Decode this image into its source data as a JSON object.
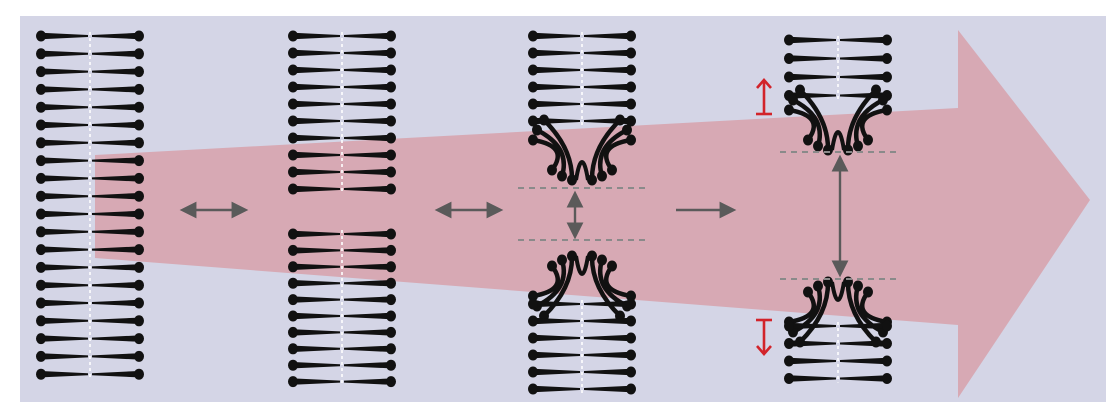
{
  "figure": {
    "background_color": "#d4d5e6",
    "page_color": "#ffffff",
    "big_arrow_color": "#d7a1aa",
    "lipid_color": "#111111",
    "connector_arrow_color": "#5a5a5a",
    "dashed_line_color": "#8a8a8a",
    "accent_arrow_color": "#d2232a",
    "center_line_color": "#ffffff"
  },
  "stages": [
    {
      "id": "stage-1-intact-bilayer",
      "segments": [
        {
          "lipid_pairs": 20,
          "stalk_pairs": 0
        }
      ]
    },
    {
      "id": "stage-2-split-bilayer",
      "segments": [
        {
          "lipid_pairs": 10,
          "stalk_pairs": 0
        },
        {
          "lipid_pairs": 10,
          "stalk_pairs": 0
        }
      ]
    },
    {
      "id": "stage-3-pore-formation",
      "segments": [
        {
          "lipid_pairs": 6,
          "stalk_pairs": 3
        },
        {
          "lipid_pairs": 6,
          "stalk_pairs": 3
        }
      ]
    },
    {
      "id": "stage-4-expanded-pore",
      "segments": [
        {
          "lipid_pairs": 4,
          "stalk_pairs": 3
        },
        {
          "lipid_pairs": 4,
          "stalk_pairs": 3
        }
      ]
    }
  ],
  "transitions": [
    {
      "id": "transition-1-2",
      "kind": "reversible"
    },
    {
      "id": "transition-2-3",
      "kind": "reversible"
    },
    {
      "id": "transition-3-4",
      "kind": "forward"
    }
  ],
  "icons": [
    "bidirectional-arrow-icon",
    "forward-arrow-icon",
    "expansion-arrow-icon",
    "lipid-icon"
  ]
}
